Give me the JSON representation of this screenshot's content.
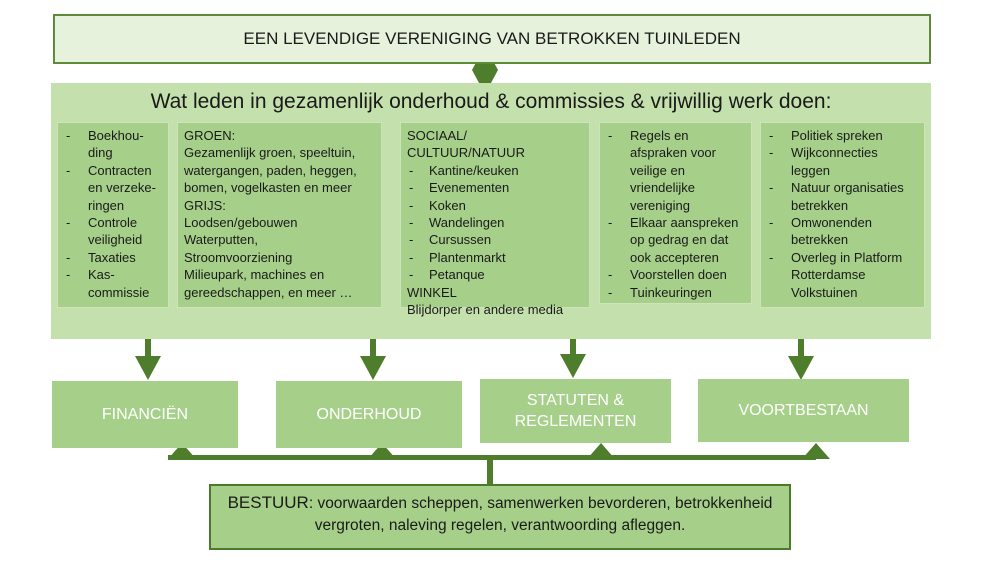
{
  "header": {
    "title": "EEN LEVENDIGE VERENIGING VAN BETROKKEN TUINLEDEN"
  },
  "panel": {
    "title": "Wat leden in gezamenlijk onderhoud & commissies & vrijwillig werk doen:",
    "columns": [
      {
        "items": [
          "Boekhou-ding",
          "Contracten en verzeke-ringen",
          "Controle veiligheid",
          "Taxaties",
          "Kas-commissie"
        ]
      },
      {
        "heading": "GROEN:",
        "lines": [
          "Gezamenlijk groen, speeltuin, watergangen, paden, heggen, bomen, vogelkasten en meer",
          "GRIJS:",
          "Loodsen/gebouwen",
          "Waterputten,",
          "Stroomvoorziening",
          "Milieupark, machines en gereedschappen, en meer …"
        ]
      },
      {
        "heading": "SOCIAAL/ CULTUUR/NATUUR",
        "items": [
          "Kantine/keuken",
          "Evenementen",
          "Koken",
          "Wandelingen",
          "Cursussen",
          "Plantenmarkt",
          "Petanque"
        ],
        "footer": [
          "WINKEL",
          "Blijdorper en andere media"
        ]
      },
      {
        "items": [
          "Regels en afspraken voor veilige en vriendelijke vereniging",
          "Elkaar aanspreken op gedrag en dat ook accepteren",
          "Voorstellen doen",
          "Tuinkeuringen"
        ]
      },
      {
        "items": [
          "Politiek spreken",
          "Wijkconnecties leggen",
          "Natuur organisaties betrekken",
          "Omwonenden betrekken",
          "Overleg in Platform Rotterdamse Volkstuinen"
        ]
      }
    ]
  },
  "pillars": [
    "FINANCIËN",
    "ONDERHOUD",
    "STATUTEN & REGLEMENTEN",
    "VOORTBESTAAN"
  ],
  "bestuur": {
    "lead": "BESTUUR",
    "text": ": voorwaarden scheppen, samenwerken bevorderen, betrokkenheid vergroten, naleving regelen, verantwoording afleggen."
  },
  "colors": {
    "dark_green": "#4e7d2b",
    "light_green": "#a6d08a",
    "panel_green": "#c4e0ac",
    "header_fill": "#e6f2dc"
  }
}
